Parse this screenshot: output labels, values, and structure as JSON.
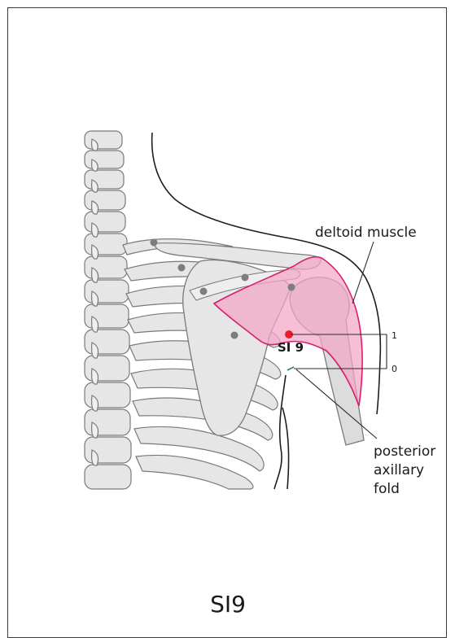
{
  "title": "SI9",
  "labels": {
    "deltoid": "deltoid muscle",
    "point": "SI 9",
    "scale_top": "1",
    "scale_bottom": "0",
    "fold_line1": "posterior",
    "fold_line2": "axillary",
    "fold_line3": "fold"
  },
  "colors": {
    "point": "#e8202a",
    "muscle_fill": "#f2a6c6",
    "muscle_stroke": "#d81e6e",
    "bone_fill": "#e6e6e6",
    "bone_stroke": "#7a7a7a",
    "marker": "#7d7d7d",
    "leader": "#2a2a2a",
    "fold_line": "#2f7f6f"
  }
}
